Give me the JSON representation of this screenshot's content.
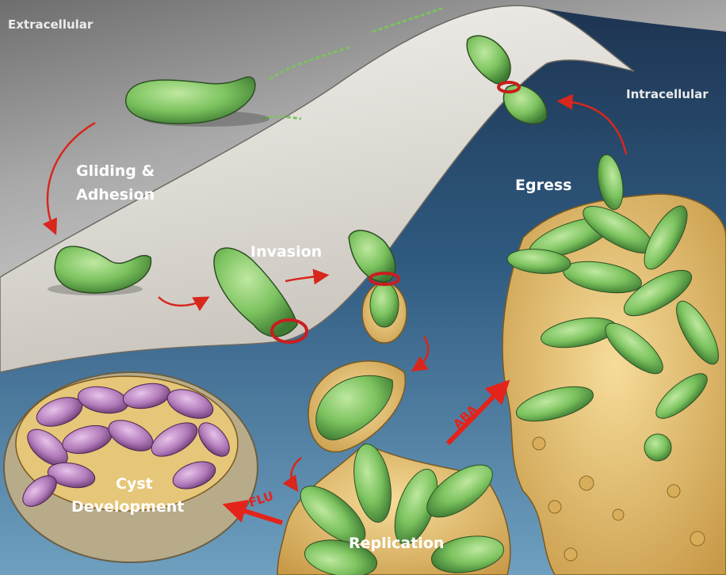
{
  "labels": {
    "extracellular": "Extracellular",
    "intracellular": "Intracellular",
    "gliding_line1": "Gliding &",
    "gliding_line2": "Adhesion",
    "invasion": "Invasion",
    "egress": "Egress",
    "replication": "Replication",
    "cyst_line1": "Cyst",
    "cyst_line2": "Development",
    "aba": "ABA",
    "flu": "FLU"
  },
  "colors": {
    "parasite_green": "#86c96a",
    "cyst_purple": "#b77fbe",
    "vacuole_yellow": "#e9c67a",
    "host_blue": "#3e6e93",
    "arrow_red": "#d8271d",
    "label_white": "#ffffff"
  }
}
